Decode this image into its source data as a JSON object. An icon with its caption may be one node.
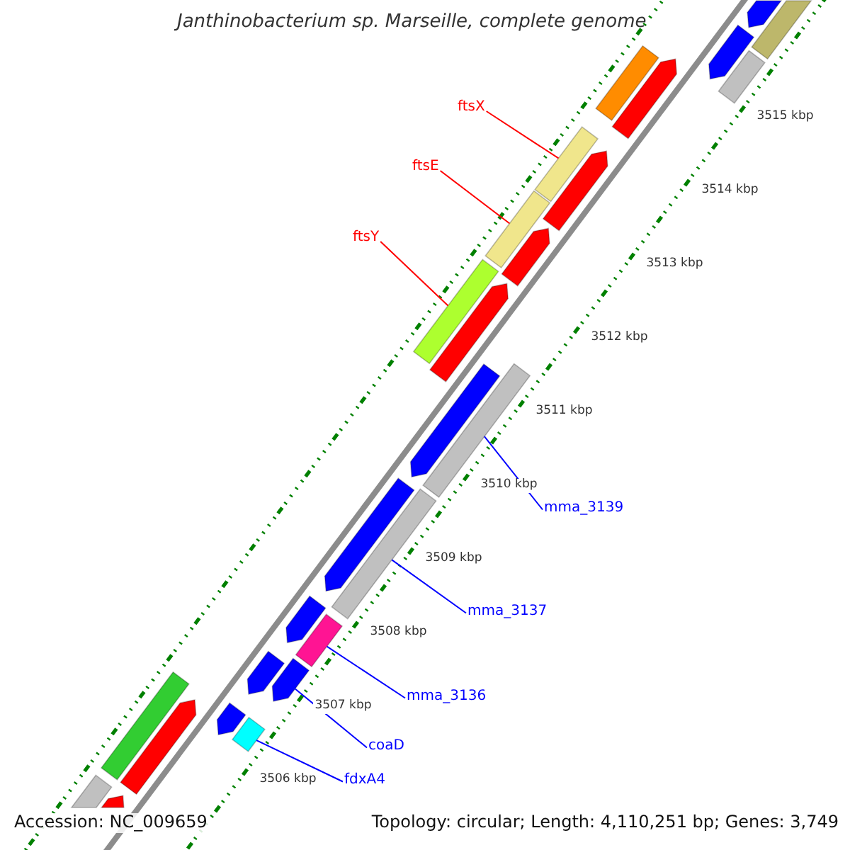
{
  "diagram": {
    "title": "Janthinobacterium sp. Marseille, complete genome",
    "nodes": [
      {
        "text": [
          "ftsX"
        ]
      },
      {
        "text": [],
        "shape": "bar"
      },
      {
        "text": [
          "ftsE"
        ]
      },
      {
        "text": [],
        "shape": "bar"
      },
      {
        "text": [
          "ftsY"
        ]
      },
      {
        "text": [],
        "shape": "bar"
      },
      {
        "text": [
          "mma_3139"
        ]
      },
      {
        "text": [],
        "shape": "bar"
      },
      {
        "text": [
          "mma_3137"
        ]
      },
      {
        "text": [],
        "shape": "bar"
      },
      {
        "text": [
          "mma_3136"
        ]
      },
      {
        "text": [],
        "shape": "bar"
      },
      {
        "text": [
          "coaD"
        ]
      },
      {
        "text": [],
        "shape": "pentagon"
      },
      {
        "text": [
          "fdxA4"
        ]
      },
      {
        "text": [],
        "shape": "bar"
      },
      {
        "text": [],
        "shape": "pentagon"
      },
      {
        "text": [],
        "shape": "bar"
      },
      {
        "text": [],
        "shape": "pentagon"
      },
      {
        "text": [],
        "shape": "bar"
      },
      {
        "text": [],
        "shape": "bar"
      },
      {
        "text": [],
        "shape": "pentagon"
      },
      {
        "text": [],
        "shape": "pentagon"
      },
      {
        "text": [],
        "shape": "pentagon"
      },
      {
        "text": [],
        "shape": "pentagon"
      },
      {
        "text": [],
        "shape": "pentagon"
      },
      {
        "text": [],
        "shape": "pentagon"
      },
      {
        "text": [],
        "shape": "pentagon"
      },
      {
        "text": [],
        "shape": "pentagon"
      },
      {
        "text": [],
        "shape": "pentagon"
      },
      {
        "text": [],
        "shape": "bar"
      },
      {
        "text": [],
        "shape": "pentagon"
      },
      {
        "text": [],
        "shape": "bar"
      },
      {
        "text": [],
        "shape": "pentagon"
      }
    ],
    "edges": [
      {
        "from": 0,
        "to": 1,
        "arrow": "none",
        "color": "#ff0000"
      },
      {
        "from": 2,
        "to": 3,
        "arrow": "none",
        "color": "#ff0000"
      },
      {
        "from": 4,
        "to": 5,
        "arrow": "none",
        "color": "#ff0000"
      },
      {
        "from": 6,
        "to": 7,
        "arrow": "none",
        "color": "#0000ff"
      },
      {
        "from": 8,
        "to": 9,
        "arrow": "none",
        "color": "#0000ff"
      },
      {
        "from": 10,
        "to": 11,
        "arrow": "none",
        "color": "#0000ff"
      },
      {
        "from": 12,
        "to": 13,
        "arrow": "none",
        "color": "#0000ff"
      },
      {
        "from": 14,
        "to": 15,
        "arrow": "none",
        "color": "#0000ff"
      }
    ],
    "labels": [
      "3515 kbp",
      "3514 kbp",
      "3513 kbp",
      "3512 kbp",
      "3511 kbp",
      "3510 kbp",
      "3509 kbp",
      "3508 kbp",
      "3507 kbp",
      "3506 kbp",
      "Accession: NC_009659",
      "Topology: circular; Length: 4,110,251 bp; Genes: 3,749"
    ]
  }
}
